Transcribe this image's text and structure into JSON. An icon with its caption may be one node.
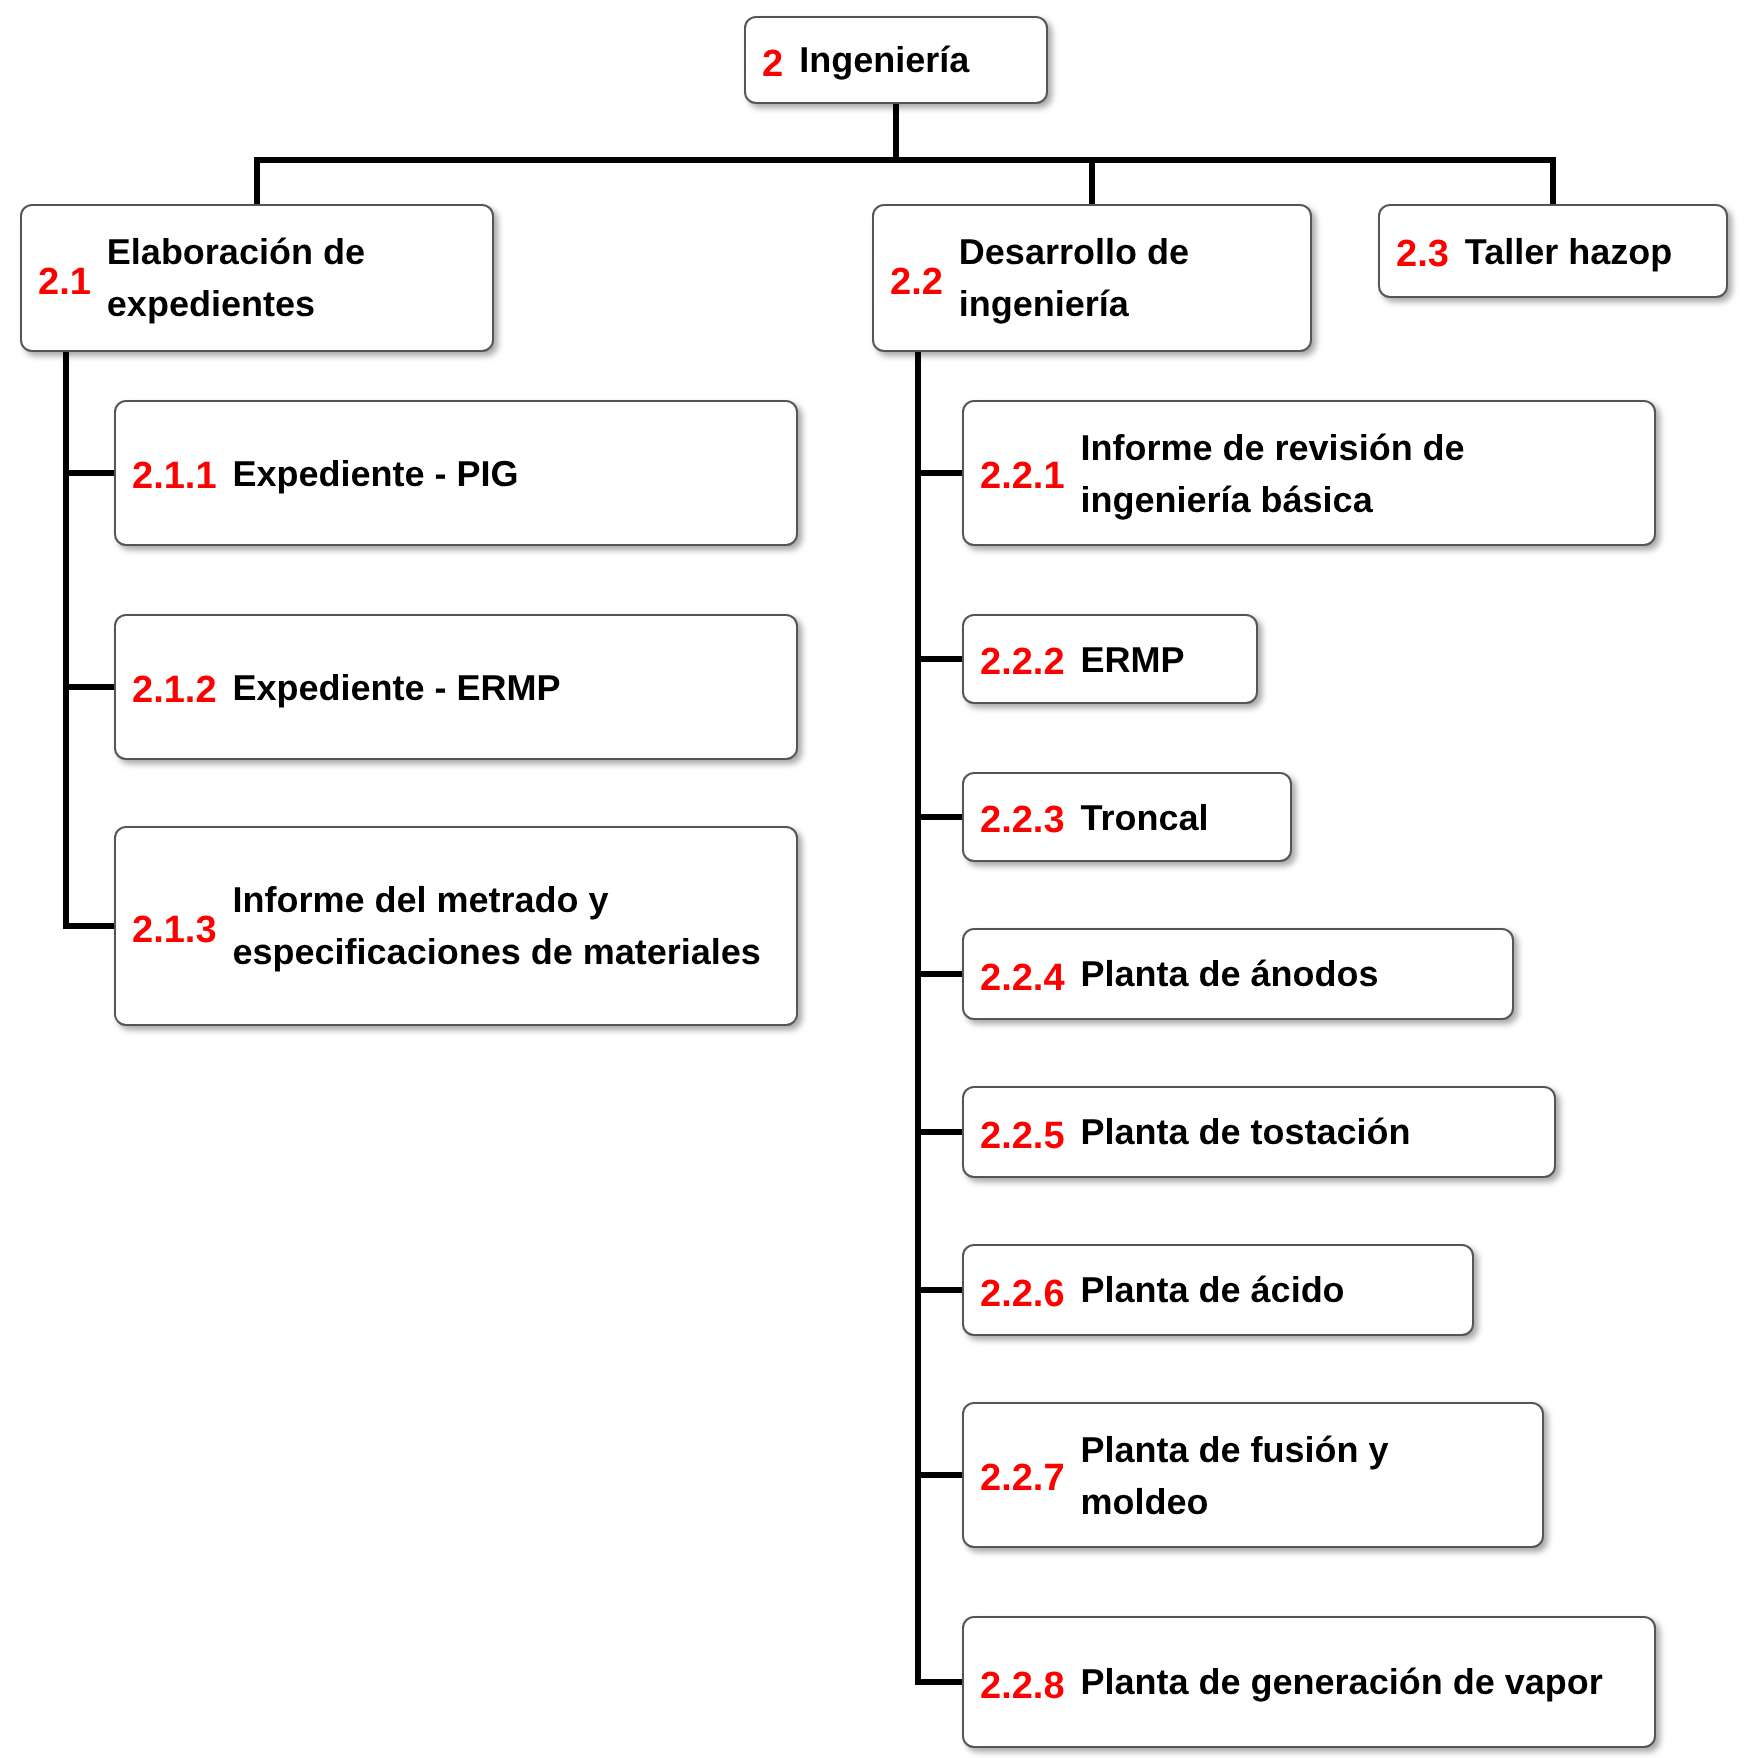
{
  "diagram": {
    "nodes": [
      {
        "text": [
          "2",
          "Ingeniería"
        ]
      },
      {
        "text": [
          "2.1",
          "Elaboración de expedientes"
        ]
      },
      {
        "text": [
          "2.2",
          "Desarrollo de ingeniería"
        ]
      },
      {
        "text": [
          "2.3",
          "Taller hazop"
        ]
      },
      {
        "text": [
          "2.1.1",
          "Expediente - PIG"
        ]
      },
      {
        "text": [
          "2.1.2",
          "Expediente - ERMP"
        ]
      },
      {
        "text": [
          "2.1.3",
          "Informe del metrado y especificaciones de materiales"
        ]
      },
      {
        "text": [
          "2.2.1",
          "Informe de revisión de ingeniería básica"
        ]
      },
      {
        "text": [
          "2.2.2",
          "ERMP"
        ]
      },
      {
        "text": [
          "2.2.3",
          "Troncal"
        ]
      },
      {
        "text": [
          "2.2.4",
          "Planta de ánodos"
        ]
      },
      {
        "text": [
          "2.2.5",
          "Planta de tostación"
        ]
      },
      {
        "text": [
          "2.2.6",
          "Planta de ácido"
        ]
      },
      {
        "text": [
          "2.2.7",
          "Planta de fusión y moldeo"
        ]
      },
      {
        "text": [
          "2.2.8",
          "Planta de generación de vapor"
        ]
      }
    ],
    "edges": [
      {
        "from": 0,
        "to": 1,
        "arrow": "none"
      },
      {
        "from": 0,
        "to": 2,
        "arrow": "none"
      },
      {
        "from": 0,
        "to": 3,
        "arrow": "none"
      },
      {
        "from": 1,
        "to": 4,
        "arrow": "none"
      },
      {
        "from": 1,
        "to": 5,
        "arrow": "none"
      },
      {
        "from": 1,
        "to": 6,
        "arrow": "none"
      },
      {
        "from": 2,
        "to": 7,
        "arrow": "none"
      },
      {
        "from": 2,
        "to": 8,
        "arrow": "none"
      },
      {
        "from": 2,
        "to": 9,
        "arrow": "none"
      },
      {
        "from": 2,
        "to": 10,
        "arrow": "none"
      },
      {
        "from": 2,
        "to": 11,
        "arrow": "none"
      },
      {
        "from": 2,
        "to": 12,
        "arrow": "none"
      },
      {
        "from": 2,
        "to": 13,
        "arrow": "none"
      },
      {
        "from": 2,
        "to": 14,
        "arrow": "none"
      }
    ]
  }
}
